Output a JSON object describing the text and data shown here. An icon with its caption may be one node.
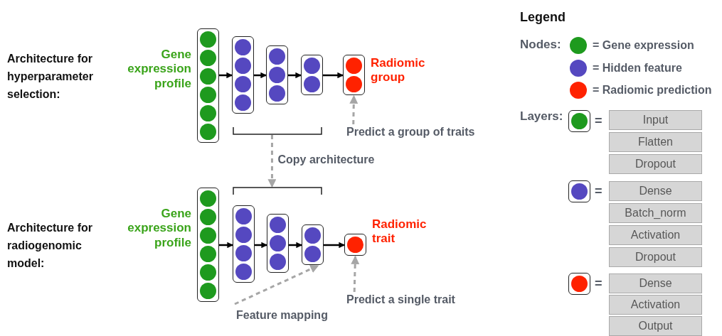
{
  "diagram": {
    "nodes": [
      {
        "text": [],
        "shape": "box",
        "beside": [
          "Gene expression profile"
        ]
      },
      {
        "text": [],
        "shape": "box"
      },
      {
        "text": [],
        "shape": "box"
      },
      {
        "text": [],
        "shape": "box"
      },
      {
        "text": [],
        "shape": "box",
        "beside": [
          "Radiomic group"
        ]
      },
      {
        "text": [],
        "shape": "box",
        "beside": [
          "Gene expression profile"
        ]
      },
      {
        "text": [],
        "shape": "box"
      },
      {
        "text": [],
        "shape": "box"
      },
      {
        "text": [],
        "shape": "box"
      },
      {
        "text": [],
        "shape": "box",
        "beside": [
          "Radiomic trait"
        ]
      },
      {
        "text": [
          "Predict a group of traits"
        ]
      },
      {
        "text": [],
        "shape": "bracket"
      },
      {
        "text": [],
        "shape": "bracket"
      },
      {
        "text": [
          "Feature mapping"
        ]
      },
      {
        "text": [
          "Predict a single trait"
        ]
      },
      {
        "text": [],
        "shape": "box"
      },
      {
        "text": [
          "Input"
        ]
      },
      {
        "text": [
          "Flatten"
        ]
      },
      {
        "text": [
          "Dropout"
        ]
      },
      {
        "text": [],
        "shape": "box"
      },
      {
        "text": [
          "Dense"
        ]
      },
      {
        "text": [
          "Batch_norm"
        ]
      },
      {
        "text": [
          "Activation"
        ]
      },
      {
        "text": [
          "Dropout"
        ]
      },
      {
        "text": [],
        "shape": "box"
      },
      {
        "text": [
          "Dense"
        ]
      },
      {
        "text": [
          "Activation"
        ]
      },
      {
        "text": [
          "Output"
        ]
      }
    ],
    "edges": [
      {
        "from": 0,
        "to": 1,
        "arrow": "to"
      },
      {
        "from": 1,
        "to": 2,
        "arrow": "to"
      },
      {
        "from": 2,
        "to": 3,
        "arrow": "to"
      },
      {
        "from": 3,
        "to": 4,
        "arrow": "to"
      },
      {
        "from": 5,
        "to": 6,
        "arrow": "to"
      },
      {
        "from": 6,
        "to": 7,
        "arrow": "to"
      },
      {
        "from": 7,
        "to": 8,
        "arrow": "to"
      },
      {
        "from": 8,
        "to": 9,
        "arrow": "to"
      },
      {
        "from": 10,
        "to": 4,
        "arrow": "to",
        "style": "dashed",
        "color": "#a6a6a6"
      },
      {
        "from": 11,
        "to": 12,
        "arrow": "to",
        "label": "Copy architecture",
        "style": "dashed",
        "color": "#a6a6a6"
      },
      {
        "from": 13,
        "to": 8,
        "arrow": "to",
        "style": "dashed",
        "color": "#a6a6a6"
      },
      {
        "from": 14,
        "to": 9,
        "arrow": "to",
        "style": "dashed",
        "color": "#a6a6a6"
      }
    ],
    "labels": [
      "Architecture for hyperparameter selection:",
      "Architecture for radiogenomic model:",
      "Legend",
      "Nodes:",
      "Layers:",
      "=",
      "=",
      "="
    ],
    "legend": [
      {
        "text": "= Gene expression",
        "color": "#1e9a1e"
      },
      {
        "text": "= Hidden feature",
        "color": "#5548c0"
      },
      {
        "text": "= Radiomic prediction",
        "color": "#ff2200"
      }
    ]
  }
}
